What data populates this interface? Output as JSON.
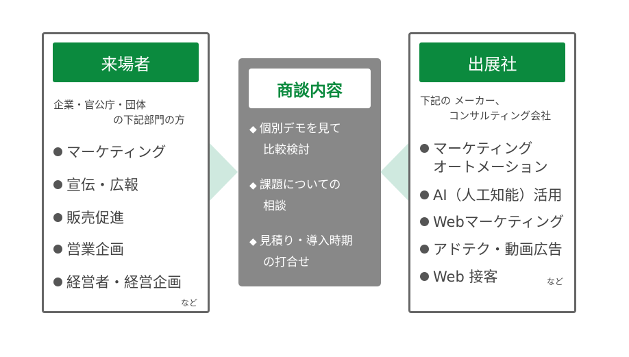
{
  "visitors": {
    "title": "来場者",
    "subtitle_line1": "企業・官公庁・団体",
    "subtitle_line2": "の下記部門の方",
    "items": [
      "マーケティング",
      "宣伝・広報",
      "販売促進",
      "営業企画",
      "経営者・経営企画"
    ],
    "note": "など"
  },
  "meeting": {
    "title": "商談内容",
    "items": [
      {
        "line1": "個別デモを見て",
        "line2": "比較検討"
      },
      {
        "line1": "課題についての",
        "line2": "相談"
      },
      {
        "line1": "見積り・導入時期",
        "line2": "の打合せ"
      }
    ]
  },
  "exhibitors": {
    "title": "出展社",
    "subtitle_line1": "下記の メーカー、",
    "subtitle_line2": "コンサルティング会社",
    "items": [
      "マーケティング",
      "オートメーション",
      "AI（人工知能）活用",
      "Webマーケティング",
      "アドテク・動画広告",
      "Web 接客"
    ],
    "note": "など"
  },
  "colors": {
    "green": "#0b8a3e",
    "gray": "#888888",
    "mint": "#cfe9df"
  }
}
